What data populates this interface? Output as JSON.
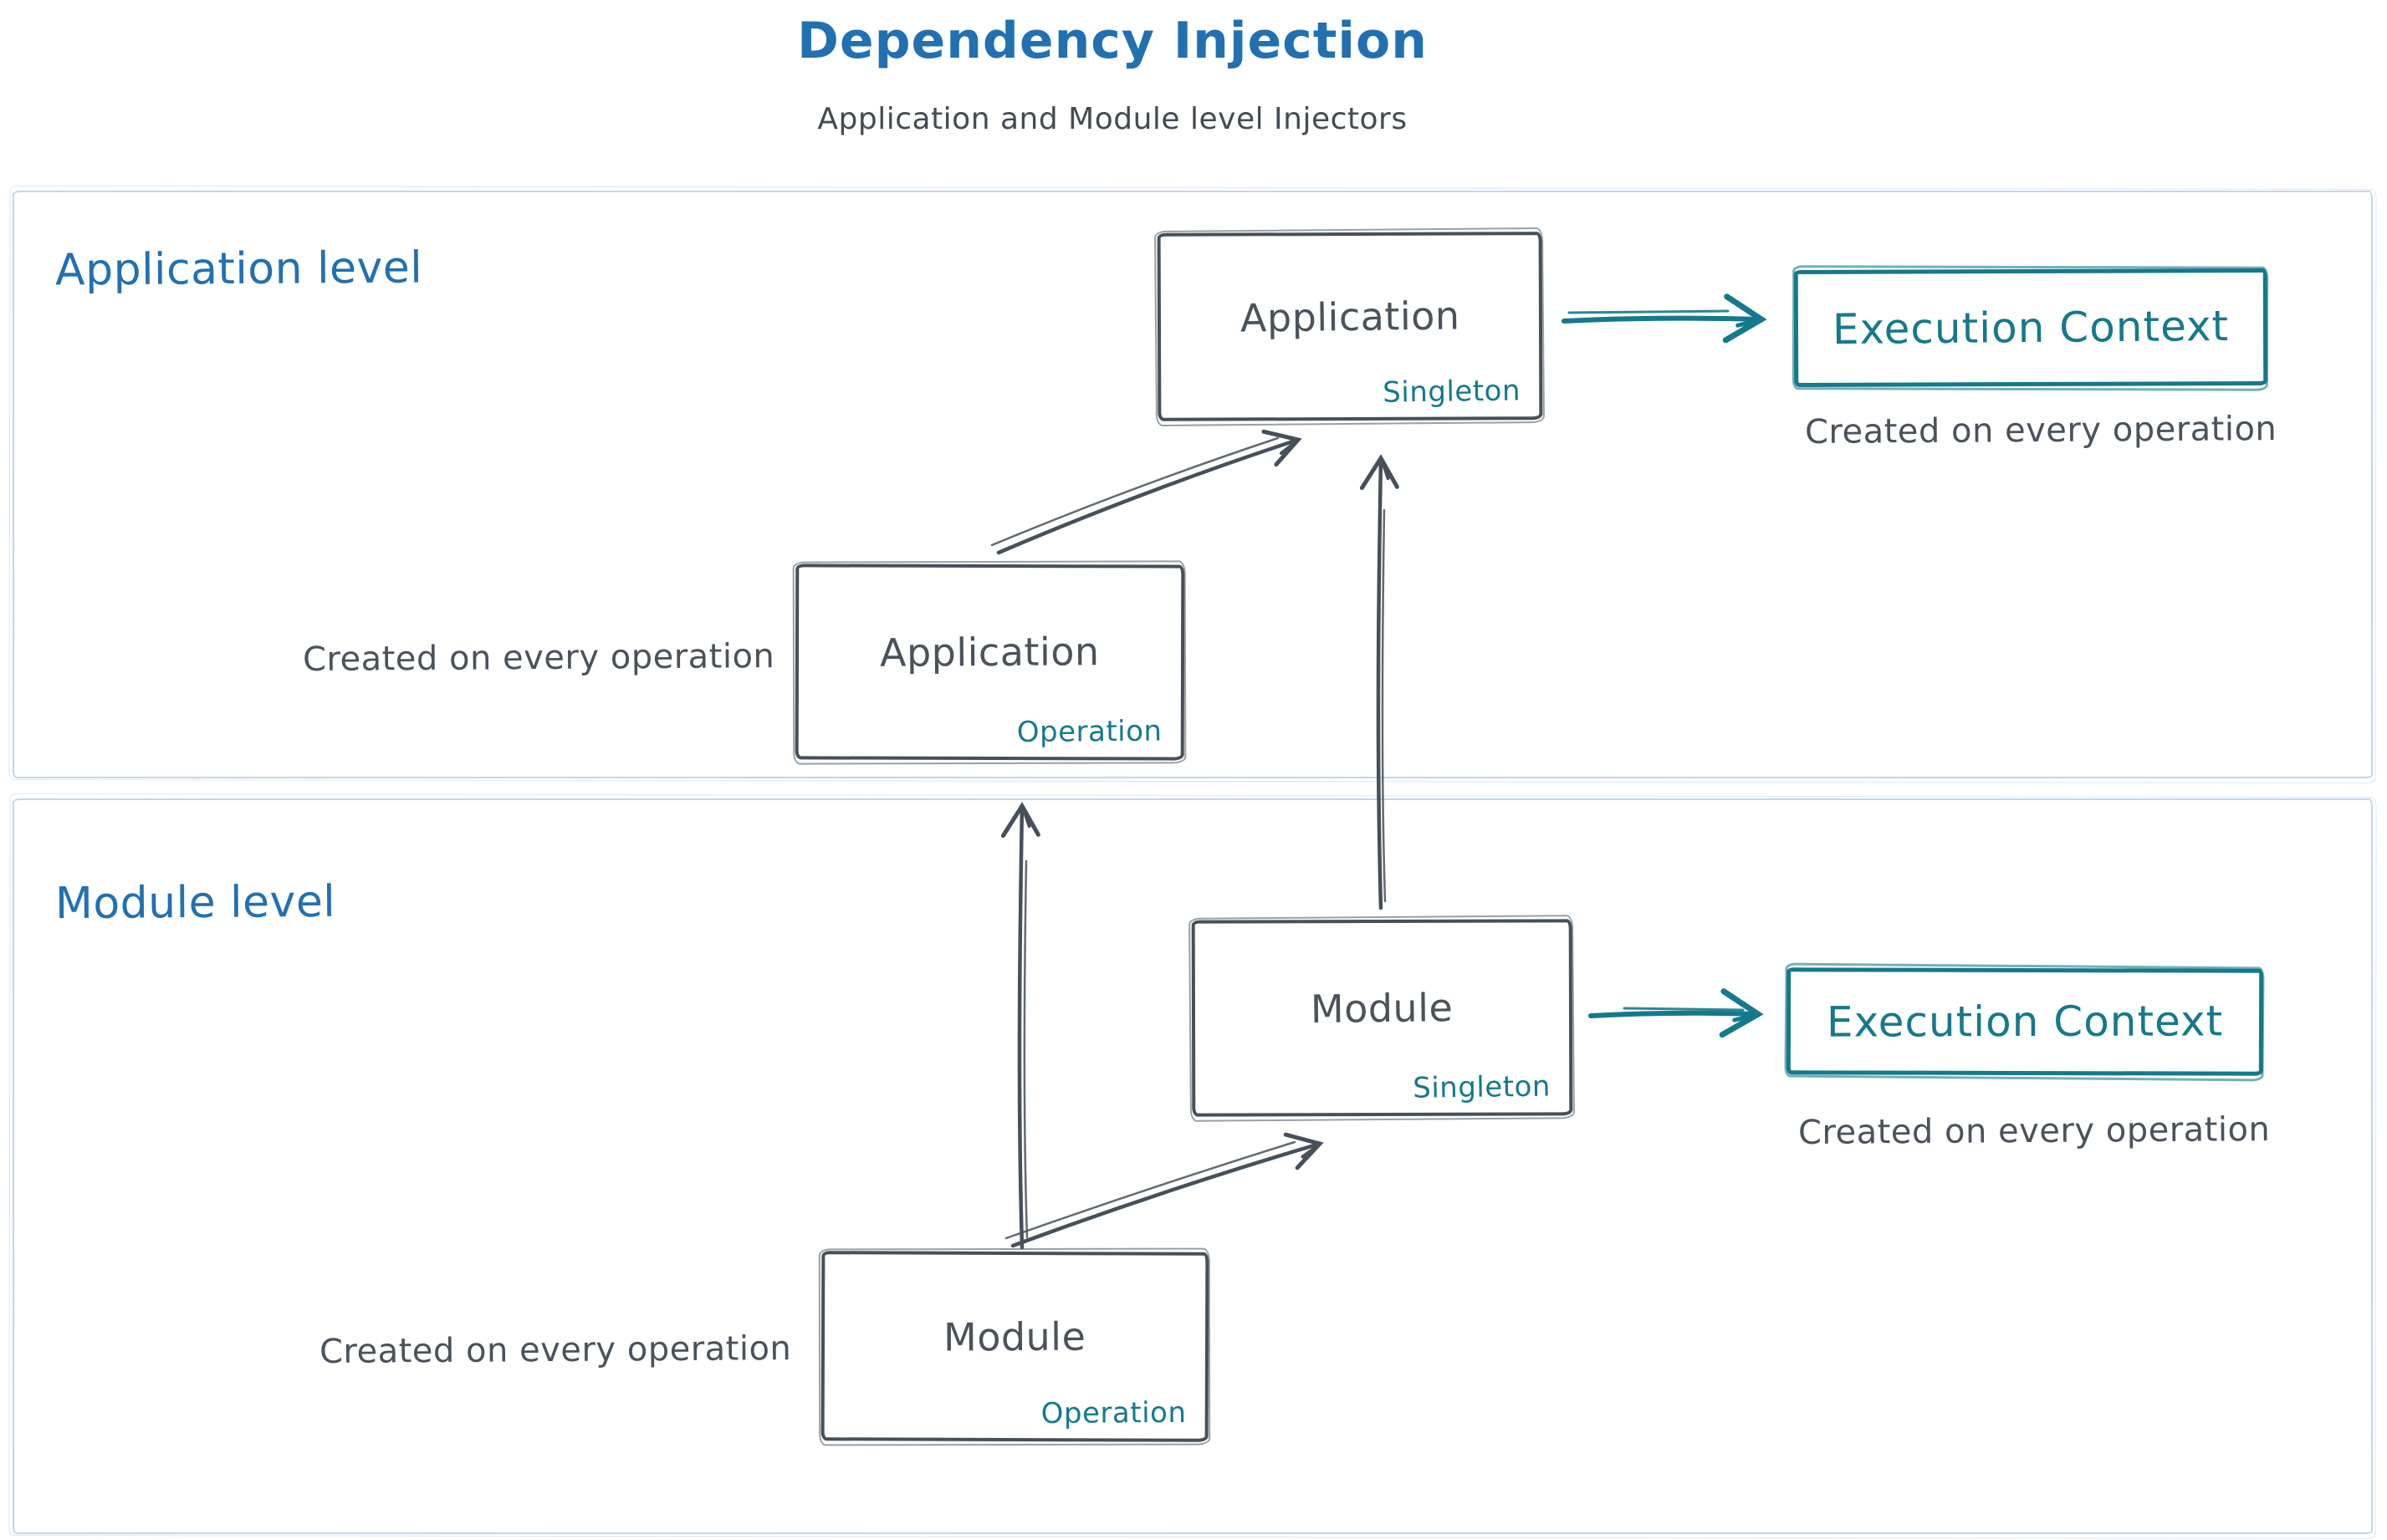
{
  "page": {
    "title": "Dependency Injection",
    "subtitle": "Application and Module level Injectors"
  },
  "colors": {
    "title_blue": "#2170b2",
    "ink_dark": "#46505a",
    "teal": "#15798c",
    "level_frame_blue": "#c2d5ee"
  },
  "application_level": {
    "label": "Application level",
    "singleton_node": {
      "title": "Application",
      "badge": "Singleton"
    },
    "operation_node": {
      "title": "Application",
      "badge": "Operation"
    },
    "operation_caption": "Created on every operation",
    "execution_context": {
      "title": "Execution Context",
      "caption": "Created on every operation"
    }
  },
  "module_level": {
    "label": "Module level",
    "singleton_node": {
      "title": "Module",
      "badge": "Singleton"
    },
    "operation_node": {
      "title": "Module",
      "badge": "Operation"
    },
    "operation_caption": "Created on every operation",
    "execution_context": {
      "title": "Execution Context",
      "caption": "Created on every operation"
    }
  }
}
